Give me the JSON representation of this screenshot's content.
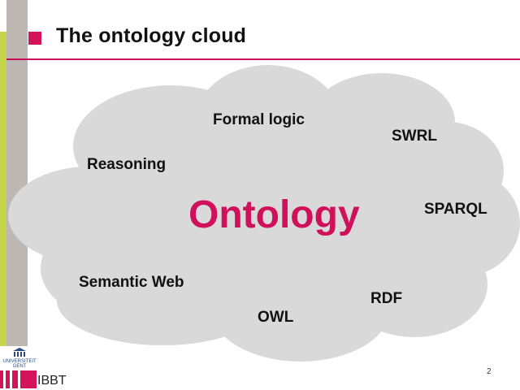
{
  "slide": {
    "title": "The ontology cloud",
    "page_number": "2",
    "accent_color": "#d4145a",
    "cloud_color": "#d9d9d9"
  },
  "cloud": {
    "center_term": "Ontology",
    "terms": [
      {
        "label": "Formal logic"
      },
      {
        "label": "SWRL"
      },
      {
        "label": "Reasoning"
      },
      {
        "label": "SPARQL"
      },
      {
        "label": "Semantic Web"
      },
      {
        "label": "RDF"
      },
      {
        "label": "OWL"
      }
    ]
  },
  "logos": {
    "university_line1": "UNIVERSITEIT",
    "university_line2": "GENT",
    "institute": "IBBT"
  }
}
